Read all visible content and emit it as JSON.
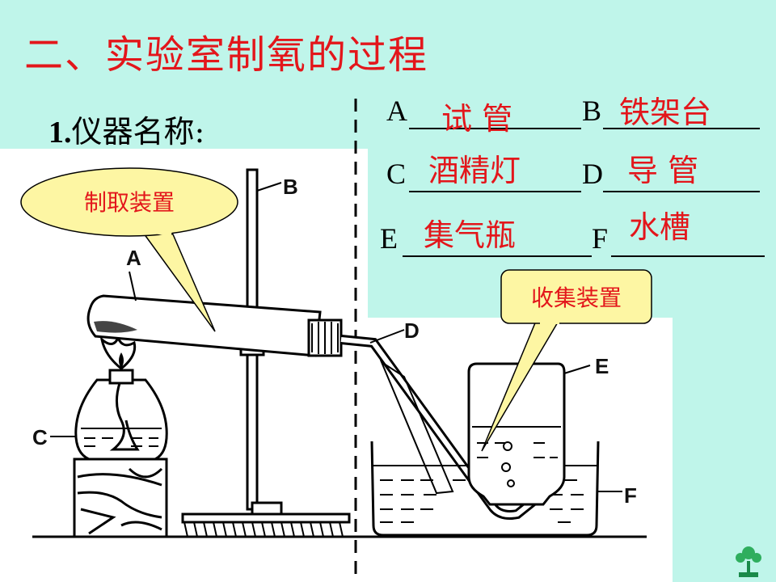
{
  "title": "二、实验室制氧的过程",
  "section": {
    "number": "1.",
    "label": "仪器名称:"
  },
  "blanks": [
    {
      "left_letter": "A",
      "left_answer": "试 管",
      "right_letter": "B",
      "right_answer": "铁架台"
    },
    {
      "left_letter": "C",
      "left_answer": "酒精灯",
      "right_letter": "D",
      "right_answer": "导 管"
    },
    {
      "left_letter": "E",
      "left_answer": "集气瓶",
      "right_letter": "F",
      "right_answer": "水槽"
    }
  ],
  "callouts": {
    "preparation": "制取装置",
    "collection": "收集装置"
  },
  "diagram_labels": {
    "A": "A",
    "B": "B",
    "C": "C",
    "D": "D",
    "E": "E",
    "F": "F"
  },
  "colors": {
    "background": "#bff5ea",
    "accent_red": "#e3161b",
    "callout_fill": "#fdf6a3"
  }
}
